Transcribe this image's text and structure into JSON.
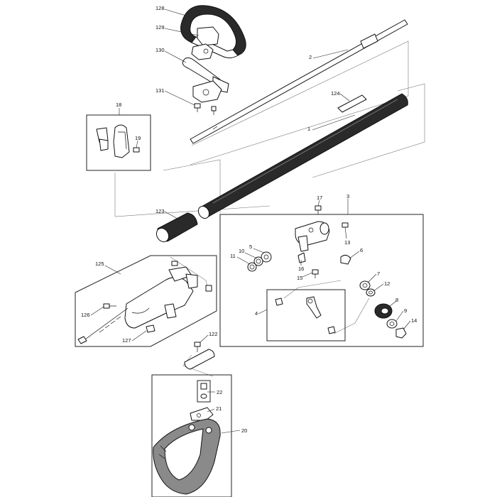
{
  "callouts": {
    "c128": "128",
    "c129": "129",
    "c130": "130",
    "c131": "131",
    "c2": "2",
    "c124": "124",
    "c1": "1",
    "c18": "18",
    "c19": "19",
    "c17": "17",
    "c3": "3",
    "c123": "123",
    "c13": "13",
    "c5": "5",
    "c10": "10",
    "c11": "11",
    "c6": "6",
    "c16": "16",
    "c15": "15",
    "c7": "7",
    "c12": "12",
    "c4": "4",
    "c8": "8",
    "c9": "9",
    "c14": "14",
    "c125": "125",
    "c126": "126",
    "c127": "127",
    "c122": "122",
    "c22": "22",
    "c21": "21",
    "c20": "20"
  },
  "colors": {
    "line": "#111111",
    "fill_dark": "#2a2a2a",
    "fill_gray": "#8a8a8a",
    "background": "#ffffff"
  }
}
